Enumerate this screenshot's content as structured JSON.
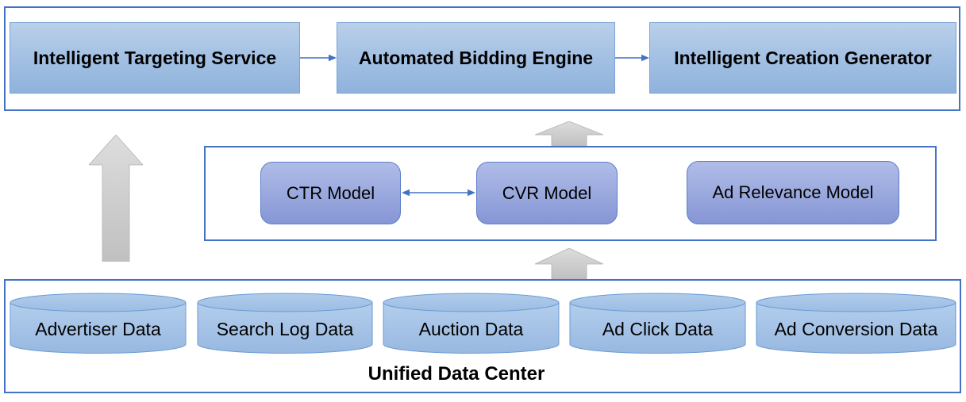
{
  "diagram": {
    "top_row": {
      "boxes": [
        {
          "label": "Intelligent Targeting Service"
        },
        {
          "label": "Automated Bidding Engine"
        },
        {
          "label": "Intelligent Creation Generator"
        }
      ]
    },
    "model_row": {
      "boxes": [
        {
          "label": "CTR Model"
        },
        {
          "label": "CVR Model"
        },
        {
          "label": "Ad Relevance Model"
        }
      ]
    },
    "data_row": {
      "cylinders": [
        {
          "label": "Advertiser Data"
        },
        {
          "label": "Search Log Data"
        },
        {
          "label": "Auction Data"
        },
        {
          "label": "Ad Click Data"
        },
        {
          "label": "Ad Conversion Data"
        }
      ],
      "title": "Unified Data Center"
    },
    "colors": {
      "panel_border": "#4472C4",
      "service_box_fill": "#a5c2e4",
      "service_box_border": "#7aa3d6",
      "model_box_fill": "#9dabdf",
      "model_box_border": "#5b7ecb",
      "cylinder_fill": "#a9c6ea",
      "cylinder_border": "#6a9bd3",
      "big_arrow_fill": "#cccccc",
      "connector_arrow": "#4472C4",
      "text": "#000000"
    }
  }
}
